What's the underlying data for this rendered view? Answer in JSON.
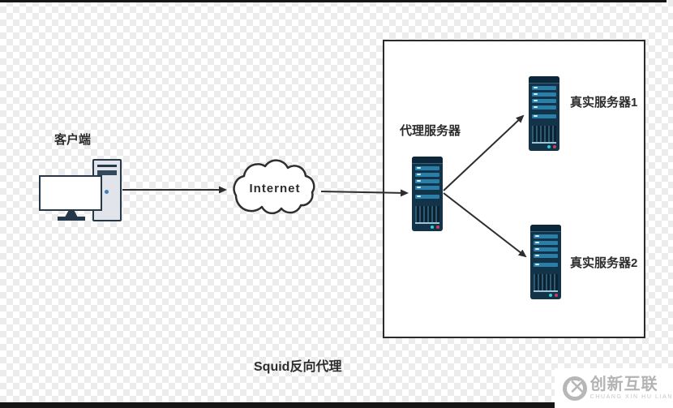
{
  "diagram": {
    "title": "Squid反向代理",
    "client_label": "客户端",
    "internet_label": "Internet",
    "proxy_label": "代理服务器",
    "server1_label": "真实服务器1",
    "server2_label": "真实服务器2"
  },
  "watermark": {
    "brand": "创新互联",
    "romanized": "CHUANG XIN HU LIAN"
  },
  "colors": {
    "server_body": "#123348",
    "server_bar": "#2a7fa8",
    "status_dot_cyan": "#2fcfd9",
    "status_dot_red": "#cf3a60",
    "outline": "#2e2e2e",
    "checker_gray": "#ececec",
    "watermark_gray": "#b3b3b3"
  }
}
